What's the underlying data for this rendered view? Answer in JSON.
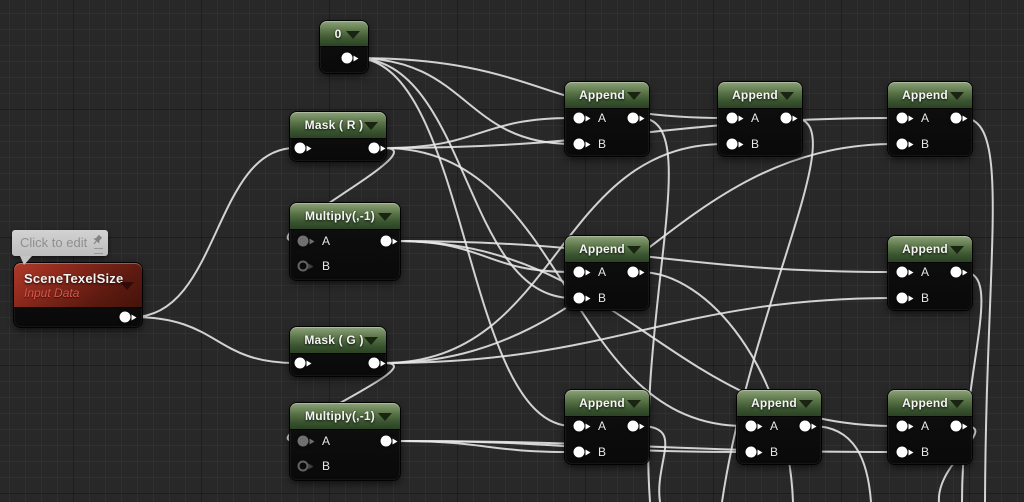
{
  "app": {
    "name": "material-node-graph-editor"
  },
  "tooltip": {
    "text": "Click to edit",
    "icon": "pushpin-icon"
  },
  "colors": {
    "background": "#282828",
    "wire": "#e9e9e9",
    "header_green_top": "#8ea37b",
    "header_green_bottom": "#2c4224",
    "header_red": "#a03224",
    "node_body": "#0e0e0e",
    "subtitle_red": "#d8564a"
  },
  "nodes": [
    {
      "id": "const-0",
      "title": "0",
      "header": "green",
      "inputs": [],
      "has_output": true
    },
    {
      "id": "mask-r",
      "title": "Mask ( R )",
      "header": "green",
      "inputs": [],
      "has_output": true
    },
    {
      "id": "multiply-1",
      "title": "Multiply(,-1)",
      "header": "green",
      "inputs": [
        "A",
        "B"
      ],
      "has_output": true
    },
    {
      "id": "scene-texel-size",
      "title": "SceneTexelSize",
      "subtitle": "Input Data",
      "header": "red",
      "inputs": [],
      "has_output": true
    },
    {
      "id": "mask-g",
      "title": "Mask ( G )",
      "header": "green",
      "inputs": [],
      "has_output": true
    },
    {
      "id": "multiply-2",
      "title": "Multiply(,-1)",
      "header": "green",
      "inputs": [
        "A",
        "B"
      ],
      "has_output": true
    },
    {
      "id": "append-1",
      "title": "Append",
      "header": "green",
      "inputs": [
        "A",
        "B"
      ],
      "has_output": true
    },
    {
      "id": "append-2",
      "title": "Append",
      "header": "green",
      "inputs": [
        "A",
        "B"
      ],
      "has_output": true
    },
    {
      "id": "append-3",
      "title": "Append",
      "header": "green",
      "inputs": [
        "A",
        "B"
      ],
      "has_output": true
    },
    {
      "id": "append-4",
      "title": "Append",
      "header": "green",
      "inputs": [
        "A",
        "B"
      ],
      "has_output": true
    },
    {
      "id": "append-5",
      "title": "Append",
      "header": "green",
      "inputs": [
        "A",
        "B"
      ],
      "has_output": true
    },
    {
      "id": "append-6",
      "title": "Append",
      "header": "green",
      "inputs": [
        "A",
        "B"
      ],
      "has_output": true
    },
    {
      "id": "append-7",
      "title": "Append",
      "header": "green",
      "inputs": [
        "A",
        "B"
      ],
      "has_output": true
    },
    {
      "id": "append-8",
      "title": "Append",
      "header": "green",
      "inputs": [
        "A",
        "B"
      ],
      "has_output": true
    }
  ],
  "connections": [
    {
      "from": "scene-texel-size.out",
      "to": "mask-r.in"
    },
    {
      "from": "scene-texel-size.out",
      "to": "mask-g.in"
    },
    {
      "from": "mask-r.out",
      "to": "multiply-1.a"
    },
    {
      "from": "mask-g.out",
      "to": "multiply-2.a"
    },
    {
      "from": "mask-r.out",
      "to": "append-1.a"
    },
    {
      "from": "const-0.out",
      "to": "append-1.b"
    },
    {
      "from": "const-0.out",
      "to": "append-2.a"
    },
    {
      "from": "mask-g.out",
      "to": "append-2.b"
    },
    {
      "from": "mask-r.out",
      "to": "append-3.a"
    },
    {
      "from": "mask-g.out",
      "to": "append-3.b"
    },
    {
      "from": "multiply-1.out",
      "to": "append-4.a"
    },
    {
      "from": "const-0.out",
      "to": "append-4.b"
    },
    {
      "from": "multiply-1.out",
      "to": "append-5.a"
    },
    {
      "from": "mask-g.out",
      "to": "append-5.b"
    },
    {
      "from": "const-0.out",
      "to": "append-6.a"
    },
    {
      "from": "multiply-2.out",
      "to": "append-6.b"
    },
    {
      "from": "mask-r.out",
      "to": "append-7.a"
    },
    {
      "from": "multiply-2.out",
      "to": "append-7.b"
    },
    {
      "from": "multiply-1.out",
      "to": "append-8.a"
    },
    {
      "from": "multiply-2.out",
      "to": "append-8.b"
    },
    {
      "from": "append-1.out",
      "to": "offscreen-bottom"
    },
    {
      "from": "append-2.out",
      "to": "offscreen-bottom"
    },
    {
      "from": "append-3.out",
      "to": "offscreen-bottom"
    },
    {
      "from": "append-4.out",
      "to": "offscreen-bottom"
    },
    {
      "from": "append-5.out",
      "to": "offscreen-bottom"
    },
    {
      "from": "append-6.out",
      "to": "offscreen-bottom"
    },
    {
      "from": "append-7.out",
      "to": "offscreen-bottom"
    },
    {
      "from": "append-8.out",
      "to": "offscreen-bottom"
    }
  ]
}
